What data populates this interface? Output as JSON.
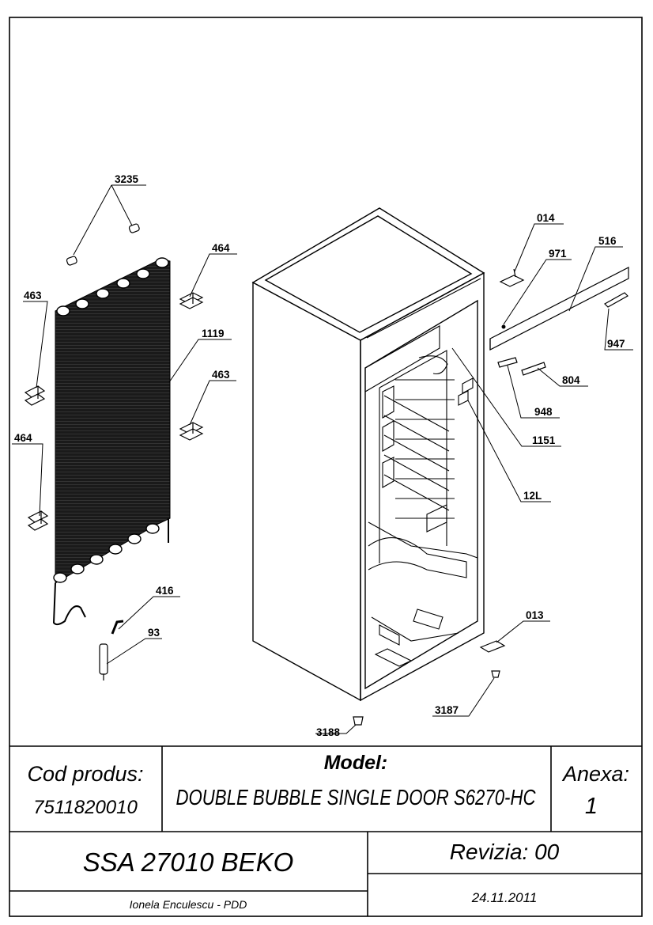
{
  "callouts": {
    "c3235": "3235",
    "c463a": "463",
    "c464a": "464",
    "c1119": "1119",
    "c463b": "463",
    "c464b": "464",
    "c416": "416",
    "c93": "93",
    "c014": "014",
    "c971": "971",
    "c516": "516",
    "c947": "947",
    "c804": "804",
    "c948": "948",
    "c1151": "1151",
    "c12L": "12L",
    "c013": "013",
    "c3187": "3187",
    "c3188": "3188"
  },
  "title_block": {
    "cod_label": "Cod produs:",
    "cod_value": "7511820010",
    "model_label": "Model:",
    "model_value": "DOUBLE BUBBLE SINGLE DOOR S6270-HC",
    "anexa_label": "Anexa:",
    "anexa_value": "1",
    "product_name": "SSA 27010 BEKO",
    "revizia": "Revizia: 00",
    "author": "Ionela Enculescu - PDD",
    "date": "24.11.2011"
  }
}
